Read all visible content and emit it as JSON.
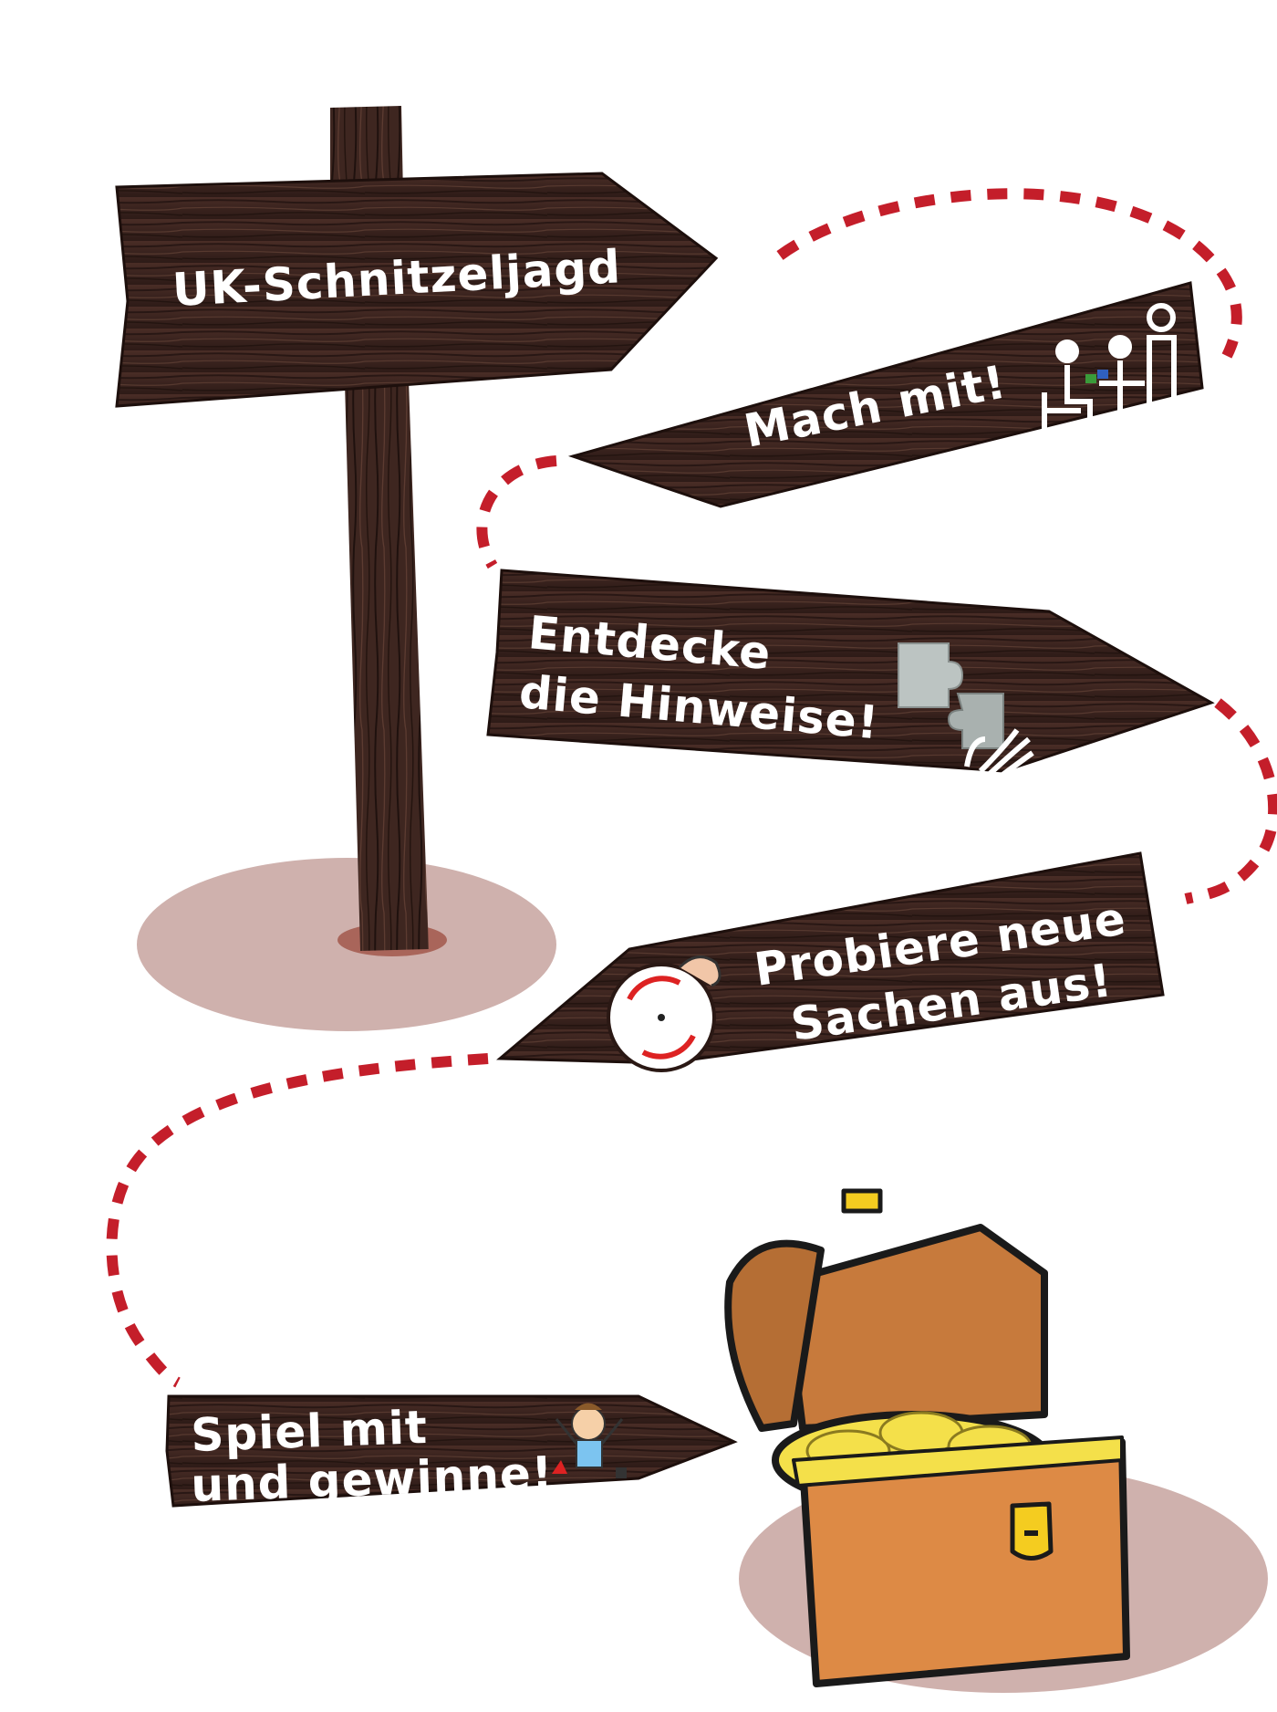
{
  "colors": {
    "wood_dark": "#3a2420",
    "wood_mid": "#5a3a30",
    "wood_grain": "#2a1814",
    "shadow": "#cfb1ad",
    "path_dots": "#c41e2a",
    "chest_wood": "#dd8a45",
    "chest_lid": "#c77a3c",
    "coins": "#f4e04a",
    "latch": "#f4cc20"
  },
  "signs": {
    "title": "UK-Schnitzeljagd",
    "s1": {
      "line1": "Mach mit!"
    },
    "s2": {
      "line1": "Entdecke",
      "line2": "die Hinweise!"
    },
    "s3": {
      "line1": "Probiere neue",
      "line2": "Sachen aus!"
    },
    "s4": {
      "line1": "Spiel mit",
      "line2": "und gewinne!"
    }
  },
  "icons": {
    "s1": "people-at-table-icon",
    "s2": "puzzle-hand-icon",
    "s3": "rotate-hand-icon",
    "s4": "happy-child-icon",
    "treasure": "treasure-chest-icon"
  }
}
